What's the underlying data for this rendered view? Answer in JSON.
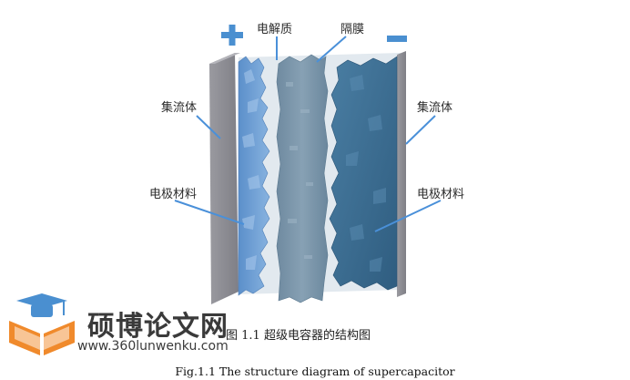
{
  "labels": {
    "plus": "+",
    "minus": "−",
    "electrolyte": "电解质",
    "separator": "隔膜",
    "collector_left": "集流体",
    "collector_right": "集流体",
    "electrode_left": "电极材料",
    "electrode_right": "电极材料"
  },
  "caption": {
    "chinese": "图 1.1 超级电容器的结构图",
    "english": "Fig.1.1 The structure diagram of supercapacitor"
  },
  "watermark": {
    "name": "硕博论文网",
    "url": "www.360lunwenku.com"
  },
  "colors": {
    "plus_sign": "#4a8fd0",
    "minus_sign": "#4a8fd0",
    "collector": "#8e8e93",
    "electrolyte_tint": "#dde6ec",
    "electrode_left": "#6a9fd6",
    "electrode_right": "#3d6f94",
    "separator": "#7893a8",
    "leader_lines": "#4a90d9"
  }
}
